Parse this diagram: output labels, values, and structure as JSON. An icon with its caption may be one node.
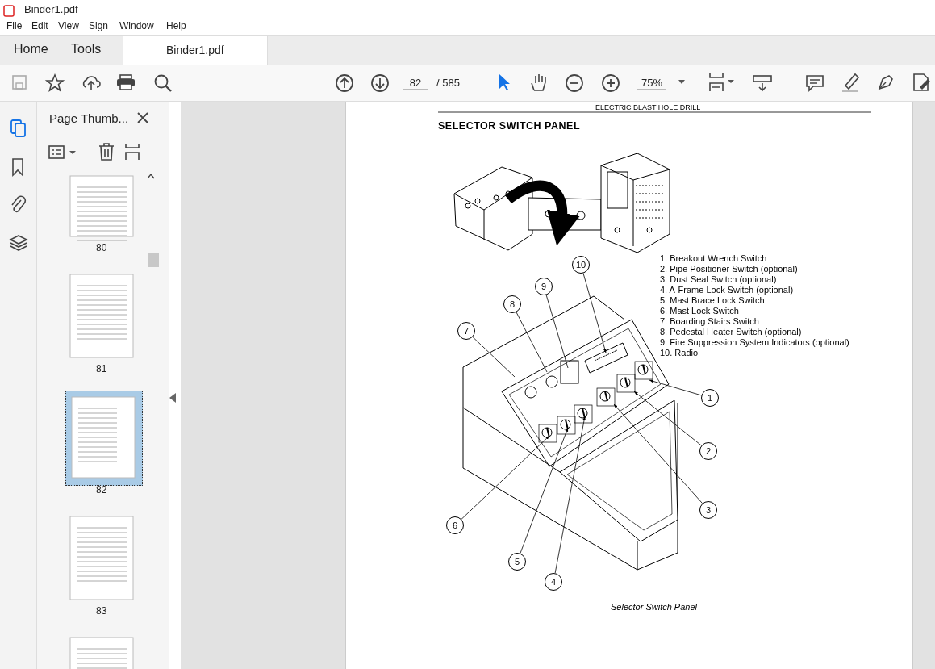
{
  "diagram": {
    "title": "SELECTOR SWITCH PANEL",
    "caption": "Selector Switch Panel",
    "nodes": [
      {
        "text": [
          "1"
        ]
      },
      {
        "text": [
          "2"
        ]
      },
      {
        "text": [
          "3"
        ]
      },
      {
        "text": [
          "4"
        ]
      },
      {
        "text": [
          "5"
        ]
      },
      {
        "text": [
          "6"
        ]
      },
      {
        "text": [
          "7"
        ]
      },
      {
        "text": [
          "8"
        ]
      },
      {
        "text": [
          "9"
        ]
      },
      {
        "text": [
          "10"
        ]
      }
    ],
    "edges": [
      {
        "from": 0,
        "to": null,
        "arrow": "to"
      },
      {
        "from": 1,
        "to": null,
        "arrow": "to"
      },
      {
        "from": 2,
        "to": null,
        "arrow": "to"
      },
      {
        "from": 3,
        "to": null,
        "arrow": "to"
      },
      {
        "from": 4,
        "to": null,
        "arrow": "to"
      },
      {
        "from": 5,
        "to": null,
        "arrow": "to"
      },
      {
        "from": 6,
        "to": null,
        "arrow": "none"
      },
      {
        "from": 7,
        "to": null,
        "arrow": "none"
      },
      {
        "from": 8,
        "to": null,
        "arrow": "none"
      },
      {
        "from": 9,
        "to": null,
        "arrow": "to"
      }
    ],
    "labels": [
      "Binder1.pdf",
      "File",
      "Edit",
      "View",
      "Sign",
      "Window",
      "Help",
      "Home",
      "Tools",
      "Binder1.pdf",
      "82",
      "/ 585",
      "75%",
      "Page Thumb...",
      "80",
      "81",
      "82",
      "83",
      "ELECTRIC BLAST HOLE DRILL",
      "1.  Breakout Wrench Switch",
      "2.  Pipe Positioner Switch (optional)",
      "3.  Dust Seal Switch (optional)",
      "4.  A-Frame Lock Switch (optional)",
      "5.  Mast Brace Lock Switch",
      "6.  Mast Lock Switch",
      "7.  Boarding Stairs Switch",
      "8.  Pedestal Heater Switch (optional)",
      "9.  Fire Suppression System Indicators (optional)",
      "10. Radio"
    ]
  }
}
